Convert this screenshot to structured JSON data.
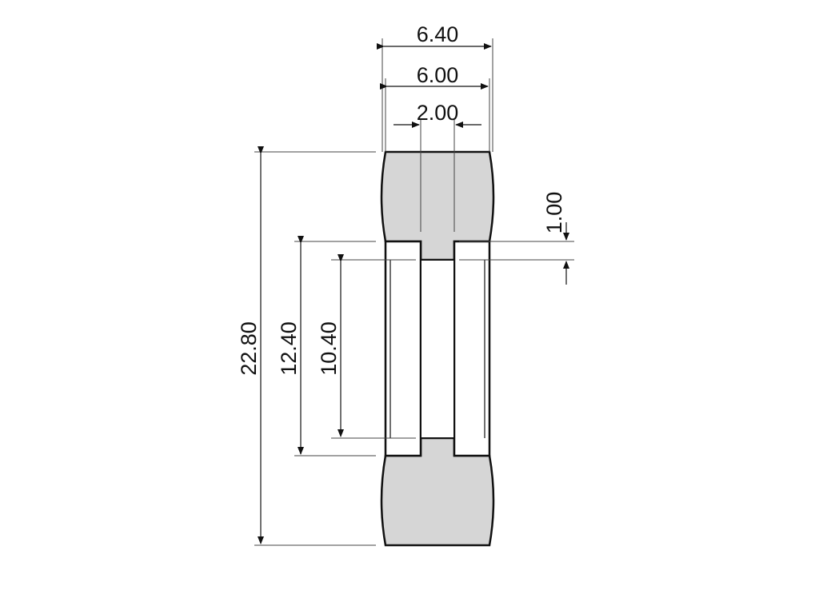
{
  "diagram": {
    "dimensions": {
      "overall_width": "6.40",
      "body_width": "6.00",
      "gap_width": "2.00",
      "step_height": "1.00",
      "overall_height": "22.80",
      "slot_height": "12.40",
      "inner_height": "10.40"
    },
    "colors": {
      "cap_fill": "#d6d6d6",
      "body_fill": "#ffffff",
      "line": "#111111"
    }
  }
}
